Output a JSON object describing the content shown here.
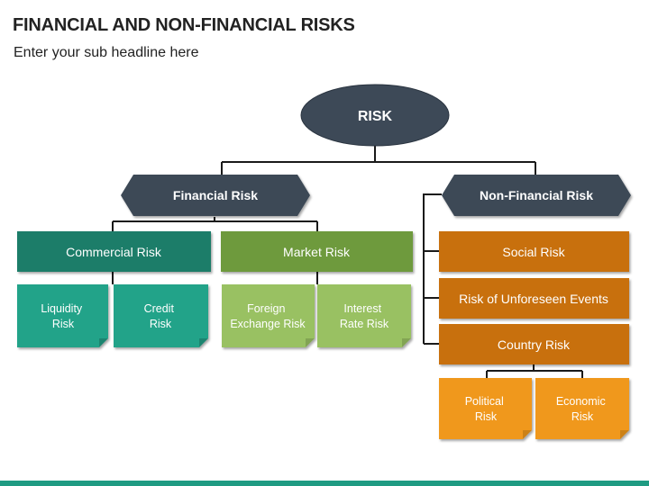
{
  "header": {
    "title": "FINANCIAL AND NON-FINANCIAL RISKS",
    "subtitle": "Enter your sub headline here"
  },
  "diagram": {
    "root": {
      "label": "RISK",
      "color": "#3d4957"
    },
    "financial": {
      "label": "Financial Risk",
      "color": "#3d4957",
      "commercial": {
        "label": "Commercial Risk",
        "color": "#1a7d69",
        "children": [
          {
            "line1": "Liquidity",
            "line2": "Risk"
          },
          {
            "line1": "Credit",
            "line2": "Risk"
          }
        ],
        "child_color": "#23a389"
      },
      "market": {
        "label": "Market Risk",
        "color": "#6e9a3c",
        "children": [
          {
            "line1": "Foreign",
            "line2": "Exchange Risk"
          },
          {
            "line1": "Interest",
            "line2": "Rate Risk"
          }
        ],
        "child_color": "#99c162"
      }
    },
    "non_financial": {
      "label": "Non-Financial Risk",
      "color": "#3d4957",
      "items": [
        {
          "label": "Social Risk"
        },
        {
          "label": "Risk of Unforeseen Events"
        },
        {
          "label": "Country Risk"
        }
      ],
      "item_color": "#c8700e",
      "country_children": [
        {
          "line1": "Political",
          "line2": "Risk"
        },
        {
          "line1": "Economic",
          "line2": "Risk"
        }
      ],
      "child_color": "#f0981e"
    },
    "connector_color": "#1a1a1a",
    "bottom_bar_color": "#1f9b82"
  }
}
